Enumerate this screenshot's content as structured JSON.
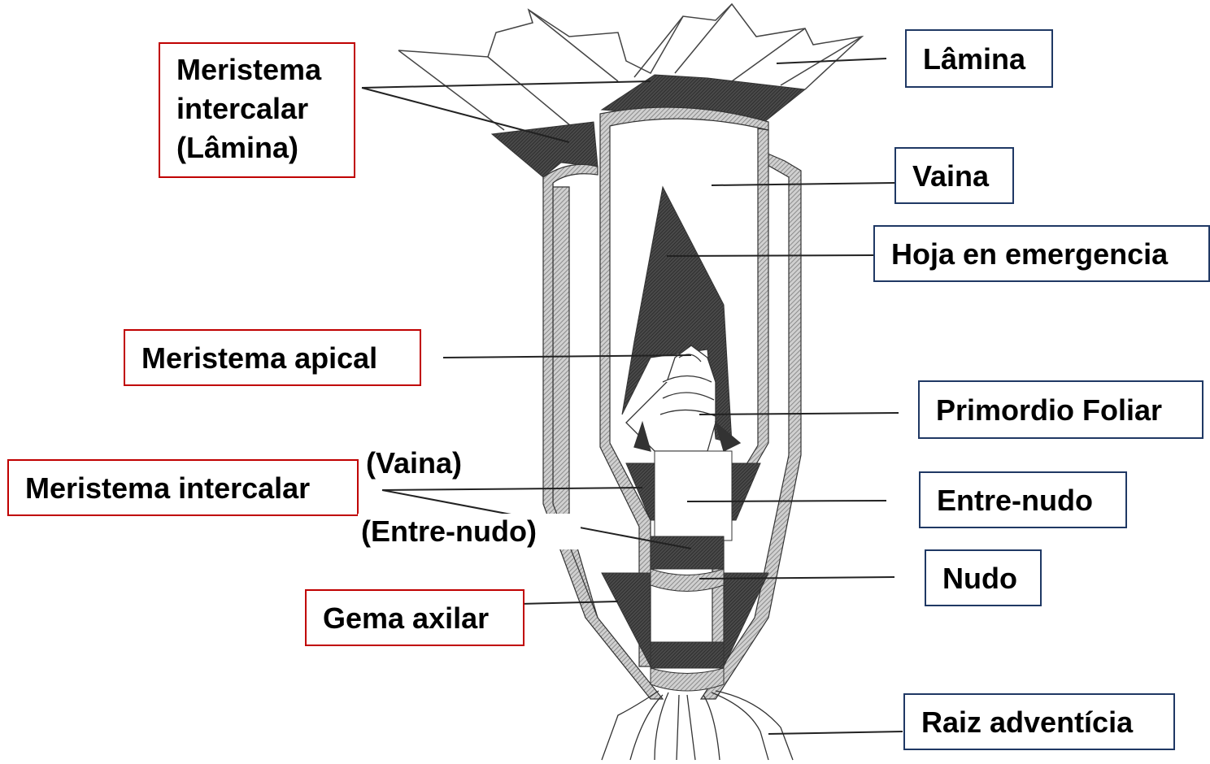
{
  "labels": {
    "lamina": "Lâmina",
    "vaina": "Vaina",
    "hoja_emergencia": "Hoja en emergencia",
    "primordio_foliar": "Primordio Foliar",
    "entre_nudo": "Entre-nudo",
    "nudo": "Nudo",
    "raiz_adventicia": "Raiz adventícia",
    "meristema_intercalar_lamina_1": "Meristema",
    "meristema_intercalar_lamina_2": "intercalar",
    "meristema_intercalar_lamina_3": "(Lâmina)",
    "meristema_apical": "Meristema apical",
    "meristema_intercalar": "Meristema intercalar",
    "sub_vaina": "(Vaina)",
    "sub_entre_nudo": "(Entre-nudo)",
    "gema_axilar": "Gema axilar"
  },
  "colors": {
    "structure_label_border": "#1f3864",
    "meristem_label_border": "#c00000",
    "tissue_dark": "#3a3a3a",
    "tissue_hatch": "#9a9a9a"
  }
}
